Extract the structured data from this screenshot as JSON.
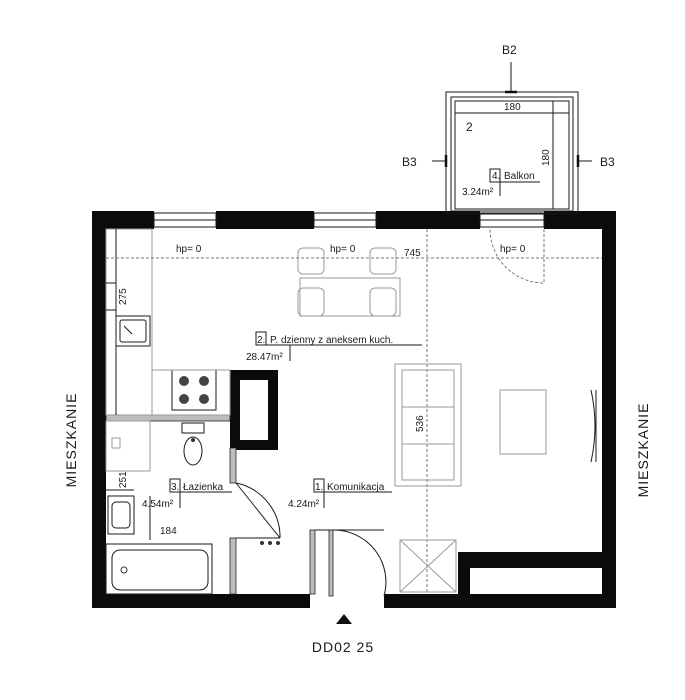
{
  "plan_code": "DD02 25",
  "neighbors": {
    "left": "MIESZKANIE",
    "right": "MIESZKANIE"
  },
  "section_marks": {
    "top": "B2",
    "left": "B3",
    "right": "B3"
  },
  "rooms": [
    {
      "number": "1.",
      "name": "Komunikacja",
      "area": "4.24m²"
    },
    {
      "number": "2.",
      "name": "P. dzienny z aneksem kuch.",
      "area": "28.47m²"
    },
    {
      "number": "3.",
      "name": "Łazienka",
      "area": "4.54m²"
    },
    {
      "number": "4.",
      "name": "Balkon",
      "area": "3.24m²"
    }
  ],
  "window_heights": [
    "hp= 0",
    "hp= 0",
    "hp= 0"
  ],
  "dimensions": {
    "room_width": "745",
    "room_depth": "536",
    "kitchen_run": "275",
    "bath_depth": "251",
    "bath_width": "184",
    "balcony_width": "180",
    "balcony_depth": "180",
    "balcony_stair_mark": "2"
  }
}
